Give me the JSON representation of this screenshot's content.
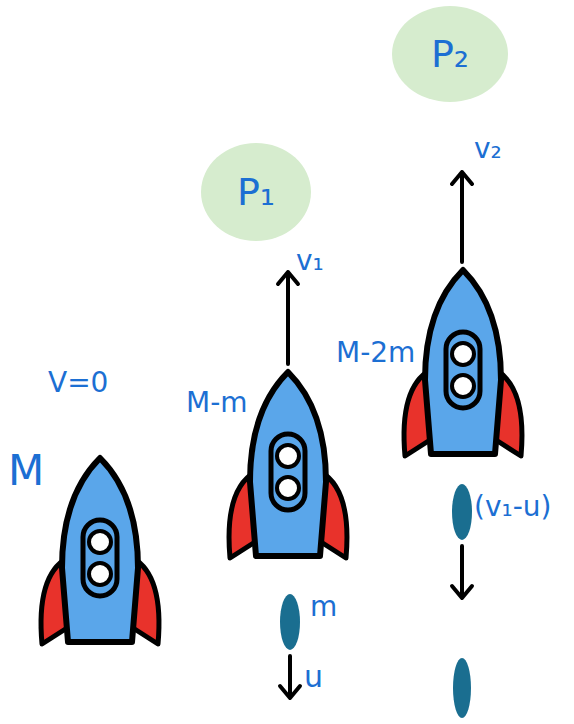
{
  "diagram": {
    "nodes": [
      {
        "text": [
          "P₁"
        ]
      },
      {
        "text": [
          "P₂"
        ]
      }
    ],
    "labels": [
      "V=0",
      "M",
      "M-m",
      "v₁",
      "m",
      "u",
      "M-2m",
      "v₂",
      "(v₁-u)"
    ]
  }
}
